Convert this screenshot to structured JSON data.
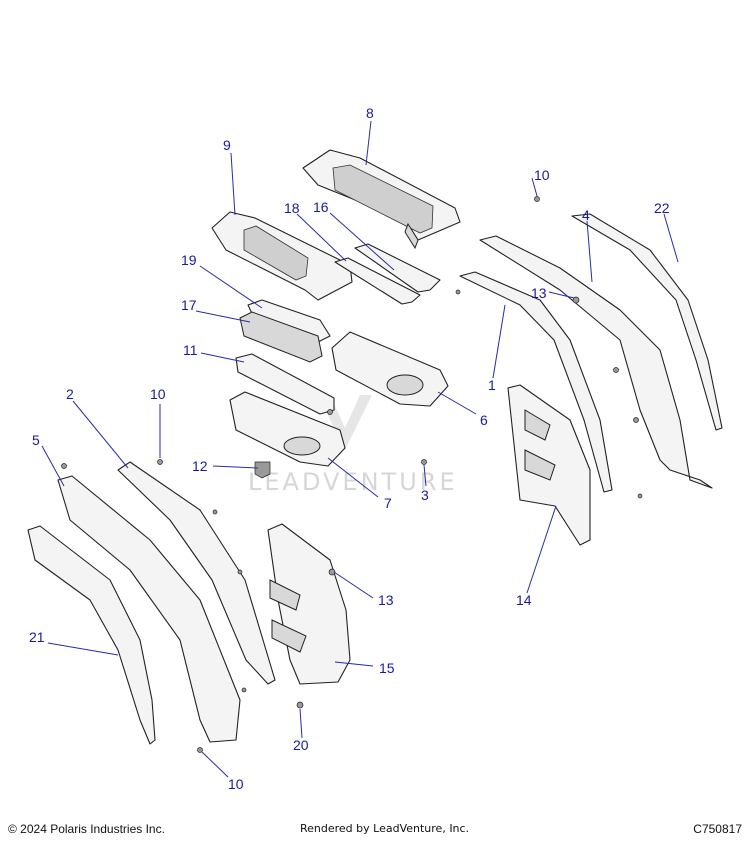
{
  "callouts": {
    "c1": "1",
    "c2": "2",
    "c3": "3",
    "c4": "4",
    "c5": "5",
    "c6": "6",
    "c7": "7",
    "c8": "8",
    "c9": "9",
    "c10a": "10",
    "c10b": "10",
    "c10c": "10",
    "c11": "11",
    "c12": "12",
    "c13a": "13",
    "c13b": "13",
    "c14": "14",
    "c15": "15",
    "c16": "16",
    "c17": "17",
    "c18": "18",
    "c19": "19",
    "c20": "20",
    "c21": "21",
    "c22": "22"
  },
  "watermark": "LEADVENTURE",
  "footer": {
    "copyright": "© 2024 Polaris Industries Inc.",
    "rendered_by": "Rendered by LeadVenture, Inc.",
    "part_number": "C750817"
  },
  "colors": {
    "callout": "#1a1aa0",
    "line": "#222222"
  }
}
